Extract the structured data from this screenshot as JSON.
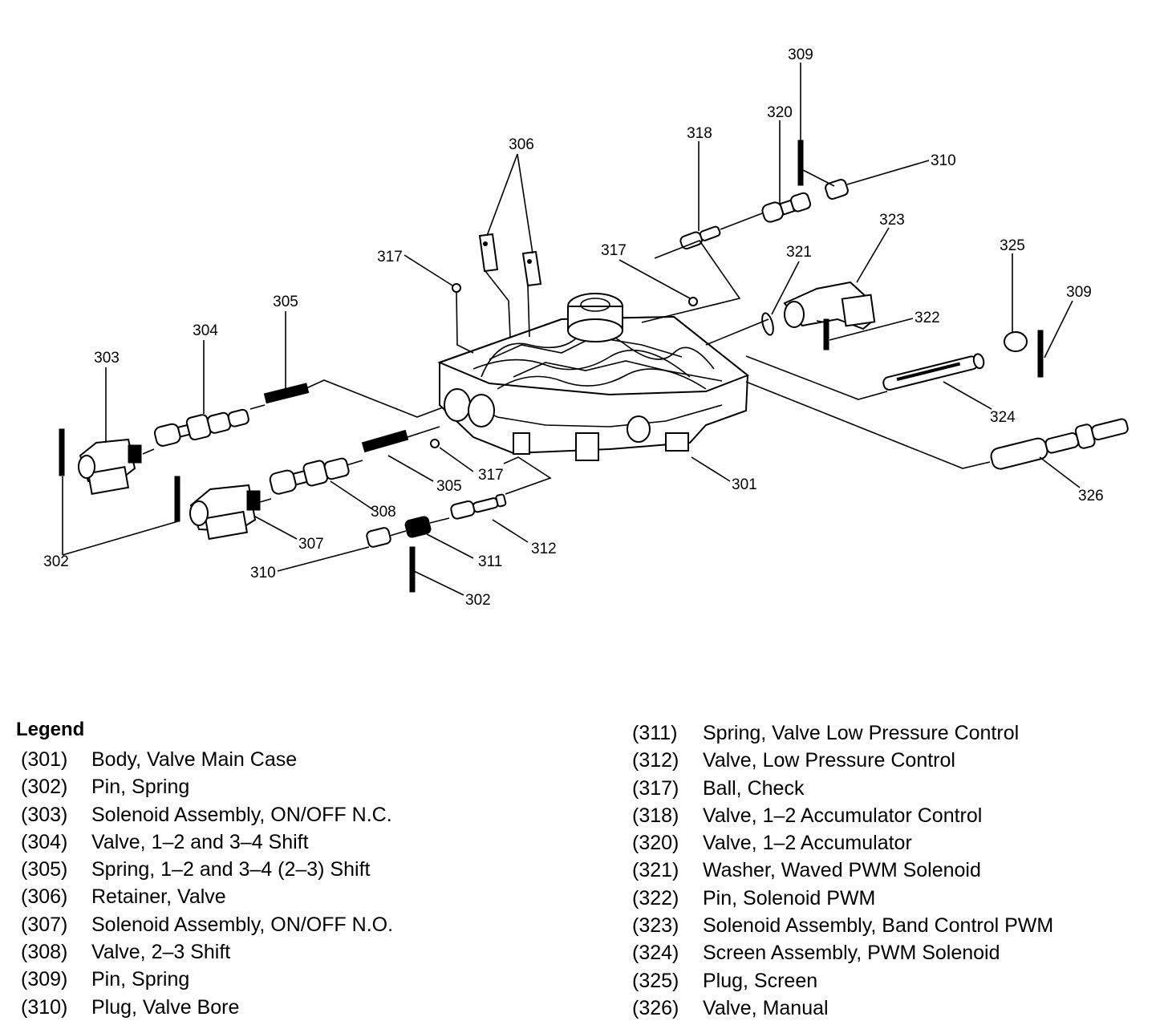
{
  "callouts": {
    "c309a": "309",
    "c320": "320",
    "c318": "318",
    "c310a": "310",
    "c306": "306",
    "c323": "323",
    "c317a": "317",
    "c317b": "317",
    "c321": "321",
    "c325": "325",
    "c309b": "309",
    "c305a": "305",
    "c322": "322",
    "c304": "304",
    "c303": "303",
    "c324": "324",
    "c317c": "317",
    "c305b": "305",
    "c301": "301",
    "c326": "326",
    "c308": "308",
    "c307": "307",
    "c312": "312",
    "c311": "311",
    "c302a": "302",
    "c310b": "310",
    "c302b": "302"
  },
  "legend": {
    "title": "Legend",
    "left": [
      {
        "num": "(301)",
        "desc": "Body, Valve Main Case"
      },
      {
        "num": "(302)",
        "desc": "Pin, Spring"
      },
      {
        "num": "(303)",
        "desc": "Solenoid Assembly, ON/OFF N.C."
      },
      {
        "num": "(304)",
        "desc": "Valve, 1–2 and  3–4  Shift"
      },
      {
        "num": "(305)",
        "desc": "Spring, 1–2 and 3–4 (2–3) Shift"
      },
      {
        "num": "(306)",
        "desc": "Retainer, Valve"
      },
      {
        "num": "(307)",
        "desc": "Solenoid Assembly, ON/OFF N.O."
      },
      {
        "num": "(308)",
        "desc": "Valve, 2–3 Shift"
      },
      {
        "num": "(309)",
        "desc": "Pin, Spring"
      },
      {
        "num": "(310)",
        "desc": "Plug, Valve Bore"
      }
    ],
    "right": [
      {
        "num": "(311)",
        "desc": "Spring, Valve Low Pressure Control"
      },
      {
        "num": "(312)",
        "desc": "Valve, Low Pressure Control"
      },
      {
        "num": "(317)",
        "desc": "Ball, Check"
      },
      {
        "num": "(318)",
        "desc": "Valve, 1–2 Accumulator Control"
      },
      {
        "num": "(320)",
        "desc": "Valve, 1–2 Accumulator"
      },
      {
        "num": "(321)",
        "desc": "Washer, Waved PWM Solenoid"
      },
      {
        "num": "(322)",
        "desc": "Pin, Solenoid PWM"
      },
      {
        "num": "(323)",
        "desc": "Solenoid Assembly, Band Control PWM"
      },
      {
        "num": "(324)",
        "desc": "Screen Assembly, PWM Solenoid"
      },
      {
        "num": "(325)",
        "desc": "Plug, Screen"
      },
      {
        "num": "(326)",
        "desc": "Valve, Manual"
      }
    ]
  }
}
